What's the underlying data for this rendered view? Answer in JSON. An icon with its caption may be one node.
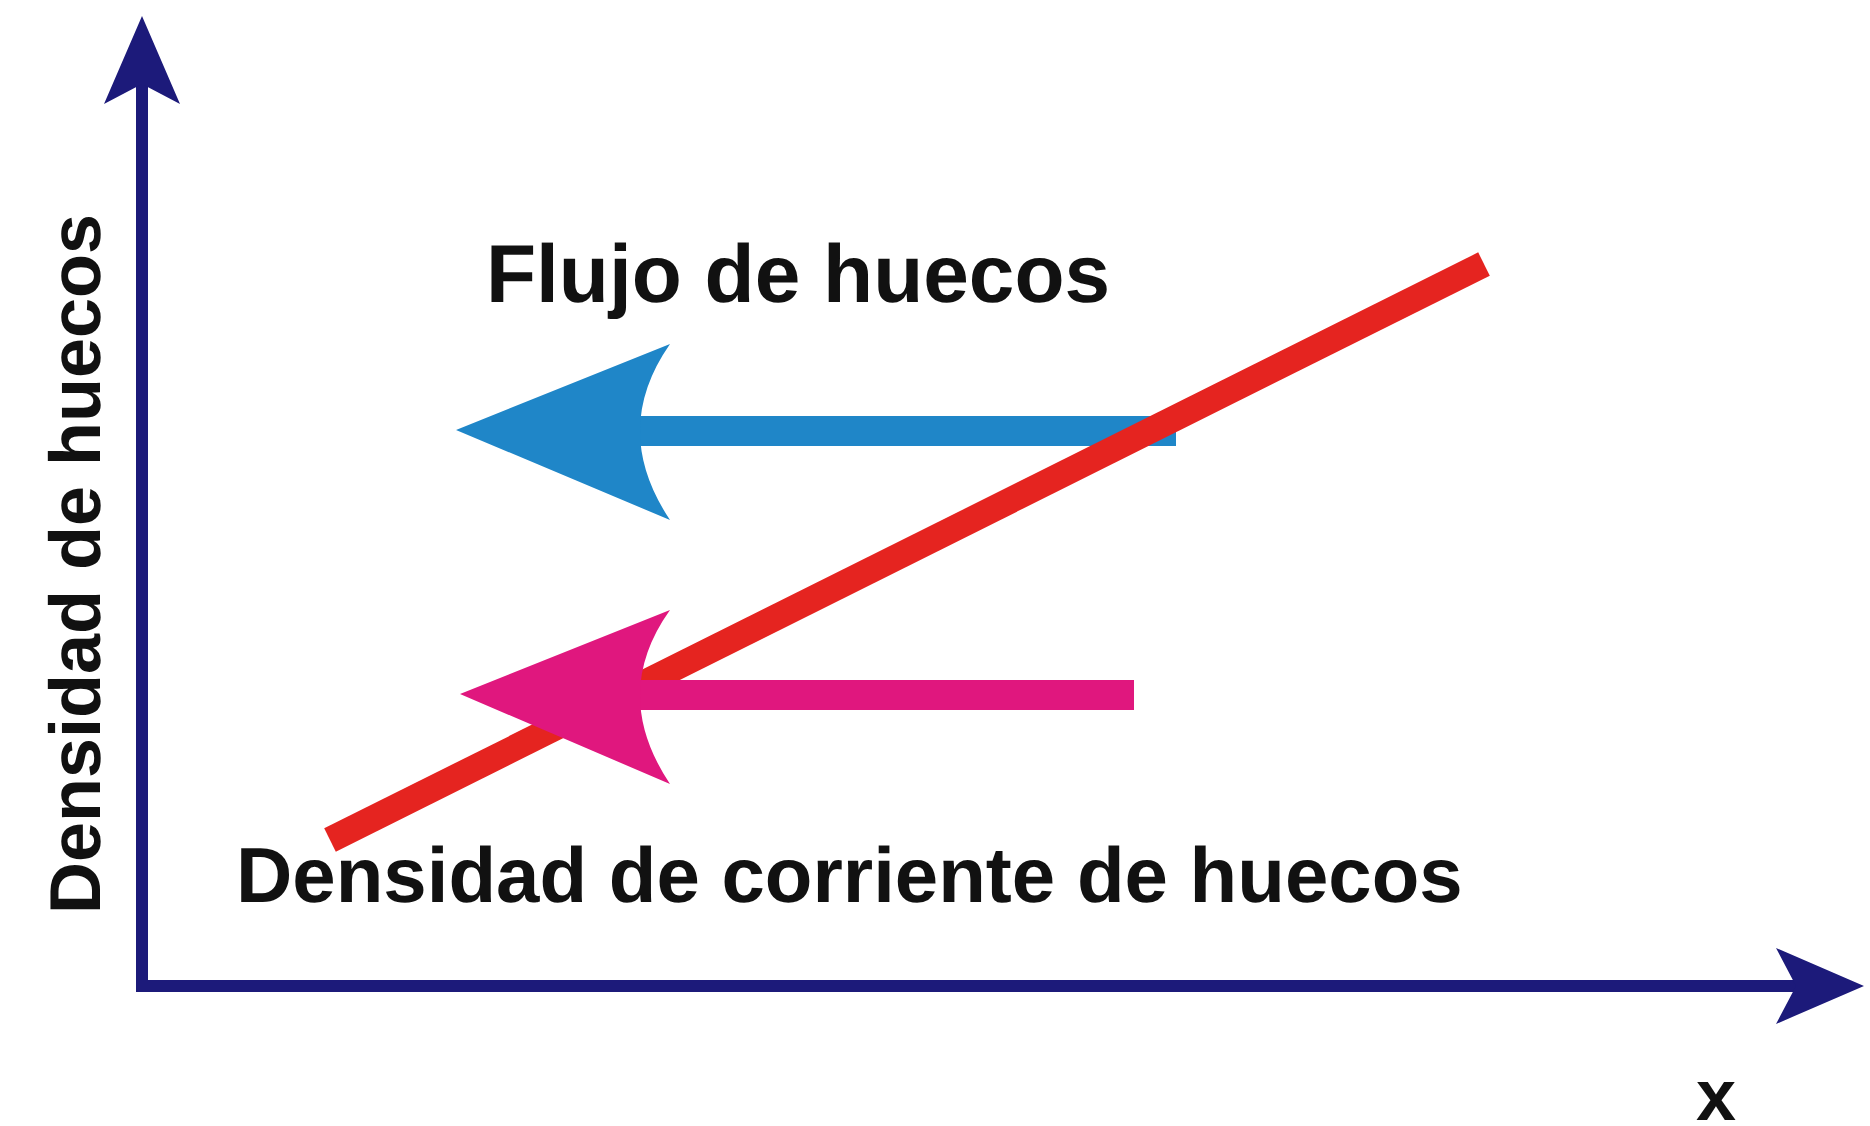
{
  "diagram": {
    "labels": [
      "Densidad de huecos",
      "Flujo de huecos",
      "Densidad de corriente de huecos",
      "x"
    ]
  }
}
